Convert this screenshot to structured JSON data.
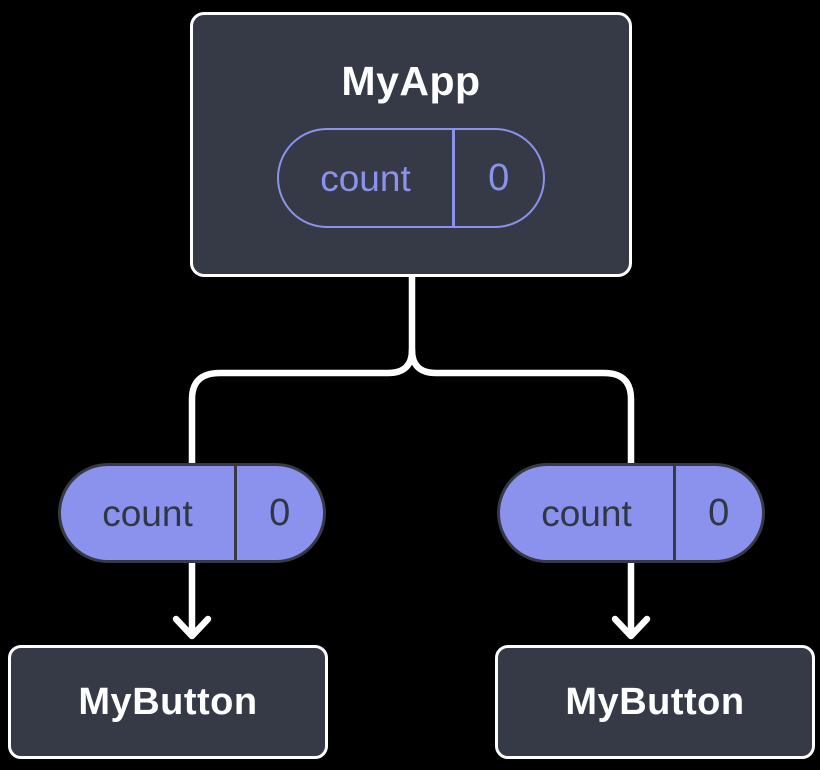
{
  "colors": {
    "canvas-bg": "#000000",
    "node-fill": "#353a46",
    "node-border": "#ffffff",
    "line": "#ffffff",
    "accent-purple": "#8b92ee",
    "dark-label": "#303742",
    "label-light": "#ffffff"
  },
  "tree": {
    "root": {
      "label": "MyApp",
      "state": {
        "name": "count",
        "value": "0"
      }
    },
    "children": [
      {
        "label": "MyButton",
        "state": {
          "name": "count",
          "value": "0"
        }
      },
      {
        "label": "MyButton",
        "state": {
          "name": "count",
          "value": "0"
        }
      }
    ]
  }
}
